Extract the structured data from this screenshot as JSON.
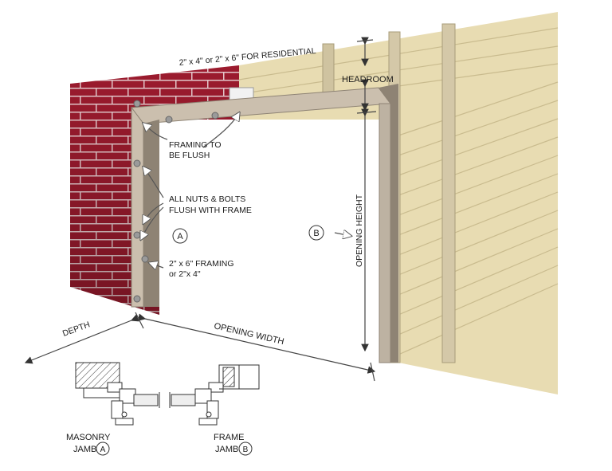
{
  "labels": {
    "residential": "2\" x 4\" or 2\" x 6\" FOR RESIDENTIAL",
    "headroom": "HEADROOM",
    "framing_flush_1": "FRAMING TO",
    "framing_flush_2": "BE FLUSH",
    "nuts_bolts_1": "ALL NUTS & BOLTS",
    "nuts_bolts_2": "FLUSH WITH FRAME",
    "framing_size_1": "2\" x 6\" FRAMING",
    "framing_size_2": "or  2\"x 4\"",
    "opening_height": "OPENING HEIGHT",
    "opening_width": "OPENING WIDTH",
    "depth": "DEPTH",
    "masonry_1": "MASONRY",
    "masonry_2": "JAMB",
    "frame_1": "FRAME",
    "frame_2": "JAMB",
    "marker_a": "A",
    "marker_b": "B"
  },
  "colors": {
    "brick": "#9c1b2e",
    "brick_dark": "#7a1222",
    "siding": "#e8dcb2",
    "siding_line": "#c9bb8e",
    "frame": "#cbbfae",
    "frame_dark": "#8e8374",
    "bolt": "#9a9a9a"
  },
  "icons": [
    "bolt-icon",
    "arrow-icon",
    "circle-marker-a",
    "circle-marker-b"
  ]
}
